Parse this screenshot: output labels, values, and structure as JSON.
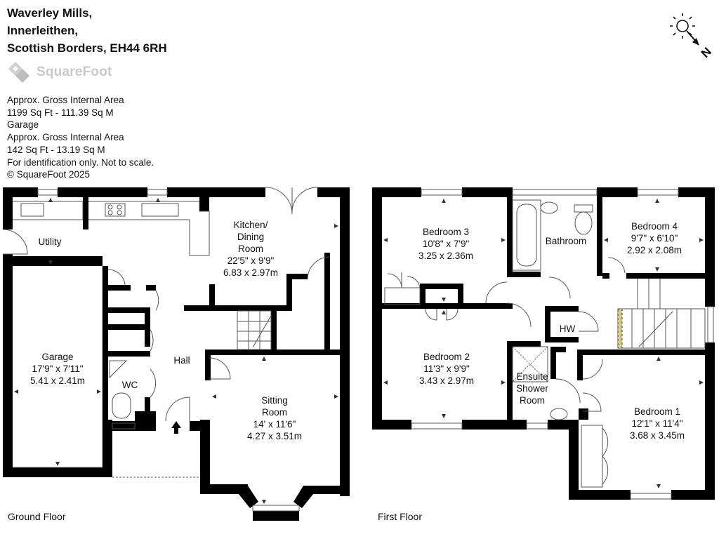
{
  "address": {
    "line1": "Waverley Mills,",
    "line2": "Innerleithen,",
    "line3": "Scottish Borders, EH44 6RH"
  },
  "brand": {
    "name": "SquareFoot",
    "logo_color": "#c9c9c9"
  },
  "area_info": {
    "line1": "Approx. Gross Internal Area",
    "line2": "1199 Sq Ft  -  111.39 Sq M",
    "line3": "Garage",
    "line4": "Approx. Gross Internal Area",
    "line5": "142 Sq Ft  -  13.19 Sq M",
    "line6": "For identification only. Not to scale.",
    "line7": "© SquareFoot 2025"
  },
  "compass": {
    "label": "N",
    "icon": "sun-icon"
  },
  "floors": {
    "ground": {
      "label": "Ground Floor"
    },
    "first": {
      "label": "First Floor"
    }
  },
  "rooms": {
    "utility": {
      "name": "Utility"
    },
    "kitchen": {
      "name1": "Kitchen/",
      "name2": "Dining",
      "name3": "Room",
      "imperial": "22'5\" x 9'9\"",
      "metric": "6.83 x 2.97m"
    },
    "garage": {
      "name": "Garage",
      "imperial": "17'9\" x 7'11\"",
      "metric": "5.41 x 2.41m"
    },
    "hall": {
      "name": "Hall"
    },
    "wc": {
      "name": "WC"
    },
    "sitting": {
      "name1": "Sitting",
      "name2": "Room",
      "imperial": "14' x 11'6\"",
      "metric": "4.27 x 3.51m"
    },
    "bedroom3": {
      "name": "Bedroom 3",
      "imperial": "10'8\" x 7'9\"",
      "metric": "3.25 x 2.36m"
    },
    "bathroom": {
      "name": "Bathroom"
    },
    "bedroom4": {
      "name": "Bedroom 4",
      "imperial": "9'7\" x 6'10\"",
      "metric": "2.92 x 2.08m"
    },
    "bedroom2": {
      "name": "Bedroom 2",
      "imperial": "11'3\" x 9'9\"",
      "metric": "3.43 x 2.97m"
    },
    "hw": {
      "name": "HW"
    },
    "ensuite": {
      "name1": "Ensuite",
      "name2": "Shower",
      "name3": "Room"
    },
    "bedroom1": {
      "name": "Bedroom 1",
      "imperial": "12'1\" x 11'4\"",
      "metric": "3.68 x 3.45m"
    }
  },
  "colors": {
    "wall": "#000000",
    "line": "#555555"
  }
}
